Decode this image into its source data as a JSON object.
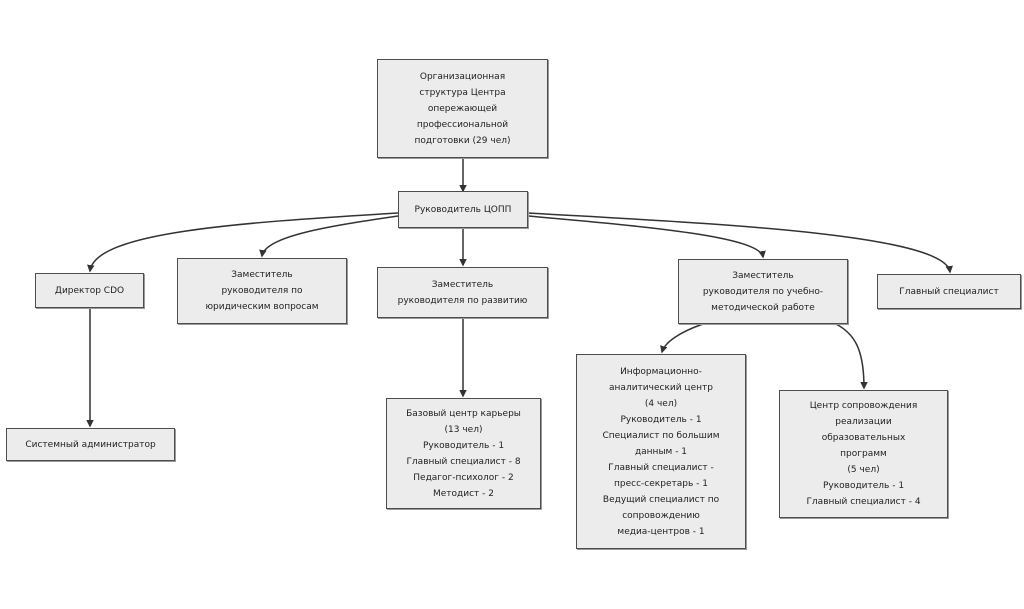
{
  "diagram": {
    "colors": {
      "node_fill": "#ececec",
      "node_border": "#4d4d4d",
      "edge": "#333333",
      "text": "#222222"
    },
    "nodes": {
      "org": {
        "lines": [
          "Организационная",
          "структура Центра",
          "опережающей",
          "профессиональной",
          "подготовки (29 чел)"
        ]
      },
      "head": {
        "lines": [
          "Руководитель ЦОПП"
        ]
      },
      "cdo": {
        "lines": [
          "Директор CDO"
        ]
      },
      "legal": {
        "lines": [
          "Заместитель",
          "руководителя по",
          "юридическим вопросам"
        ]
      },
      "dev": {
        "lines": [
          "Заместитель",
          "руководителя по развитию"
        ]
      },
      "edu": {
        "lines": [
          "Заместитель",
          "руководителя по учебно-",
          "методической работе"
        ]
      },
      "chief": {
        "lines": [
          "Главный специалист"
        ]
      },
      "sysadmin": {
        "lines": [
          "Системный администратор"
        ]
      },
      "career": {
        "lines": [
          "Базовый центр карьеры",
          "(13 чел)",
          "Руководитель - 1",
          "Главный специалист - 8",
          "Педагог-психолог - 2",
          "Методист - 2"
        ]
      },
      "info": {
        "lines": [
          "Информационно-",
          "аналитический центр",
          "(4 чел)",
          "Руководитель - 1",
          "Специалист по большим",
          "данным - 1",
          "Главный специалист -",
          "пресс-секретарь - 1",
          "Ведущий специалист по",
          "сопровождению",
          "медиа-центров - 1"
        ]
      },
      "support": {
        "lines": [
          "Центр сопровождения",
          "реализации",
          "образовательных",
          "программ",
          "(5 чел)",
          "Руководитель - 1",
          "Главный специалист - 4"
        ]
      }
    }
  }
}
